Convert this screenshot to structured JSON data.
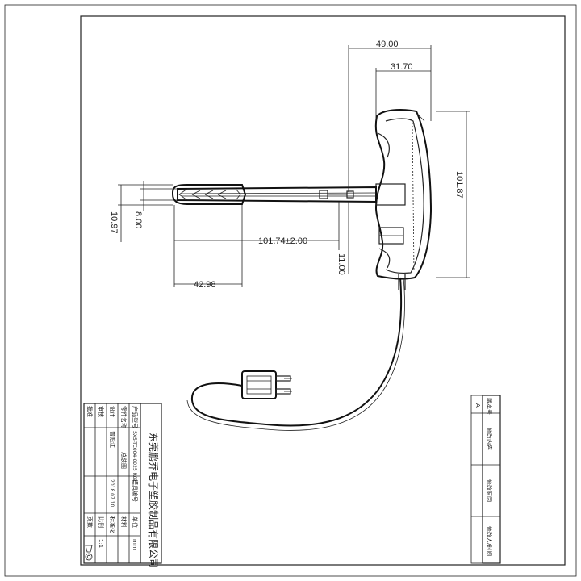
{
  "drawing": {
    "dimensions": {
      "width_total": "49.00",
      "width_handle": "31.70",
      "height_handle": "101.87",
      "tip_outer": "10.97",
      "tip_inner": "8.00",
      "probe_length": "101.74±2.00",
      "stem_dia": "11.00",
      "sleeve_length": "42.98"
    }
  },
  "title_block": {
    "company": "东莞鹏乔电子塑胶制品有限公司",
    "labels": {
      "product_model": "产品型号",
      "part_name": "零件名称",
      "design": "设计",
      "review": "审核",
      "approve": "批准",
      "standard": "标准化",
      "mold_no": "模具编号",
      "material": "材料",
      "ratio": "比例",
      "page": "页数",
      "unit": "单位"
    },
    "values": {
      "product_model": "SXS-TC004-0025 R01",
      "part_name": "总装图",
      "designer": "曾彪江",
      "date": "2018.07.10",
      "unit": "mm",
      "scale": "1:1"
    }
  },
  "revision_block": {
    "labels": {
      "rev_no": "版本号",
      "content": "修改内容",
      "reason": "修改原因",
      "person_time": "修改人/时间"
    },
    "rev": "A"
  }
}
